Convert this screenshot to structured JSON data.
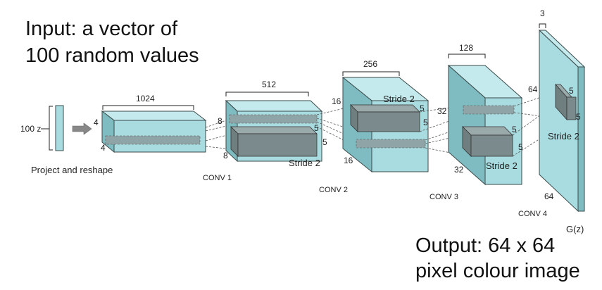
{
  "diagram": {
    "input_text_line1": "Input: a vector of",
    "input_text_line2": "100 random values",
    "output_text_line1": "Output: 64 x 64",
    "output_text_line2": "pixel colour image",
    "input_vector_label": "100 z",
    "project_label": "Project and reshape",
    "gz_label": "G(z)",
    "colors": {
      "face": "#a8dce0",
      "top": "#c4eaed",
      "side": "#7fbcc2",
      "kernel": "#7b8b8d",
      "kernel_light": "#9aaaab",
      "edge": "#3a4a4a"
    },
    "layers": {
      "l0": {
        "width": "1024",
        "height": "4",
        "depth": "4"
      },
      "l1": {
        "width": "512",
        "height": "8",
        "depth": "8",
        "kernel": "5",
        "kernel_b": "5",
        "stride": "Stride 2",
        "conv": "CONV 1"
      },
      "l2": {
        "width": "256",
        "height": "16",
        "depth": "16",
        "kernel": "5",
        "kernel_b": "5",
        "stride": "Stride 2",
        "conv": "CONV 2"
      },
      "l3": {
        "width": "128",
        "height": "32",
        "depth": "32",
        "kernel": "5",
        "kernel_b": "5",
        "stride": "Stride 2",
        "conv": "CONV 3"
      },
      "l4": {
        "width": "3",
        "height": "64",
        "depth": "64",
        "kernel": "5",
        "kernel_b": "5",
        "stride": "Stride 2",
        "conv": "CONV 4"
      }
    }
  }
}
